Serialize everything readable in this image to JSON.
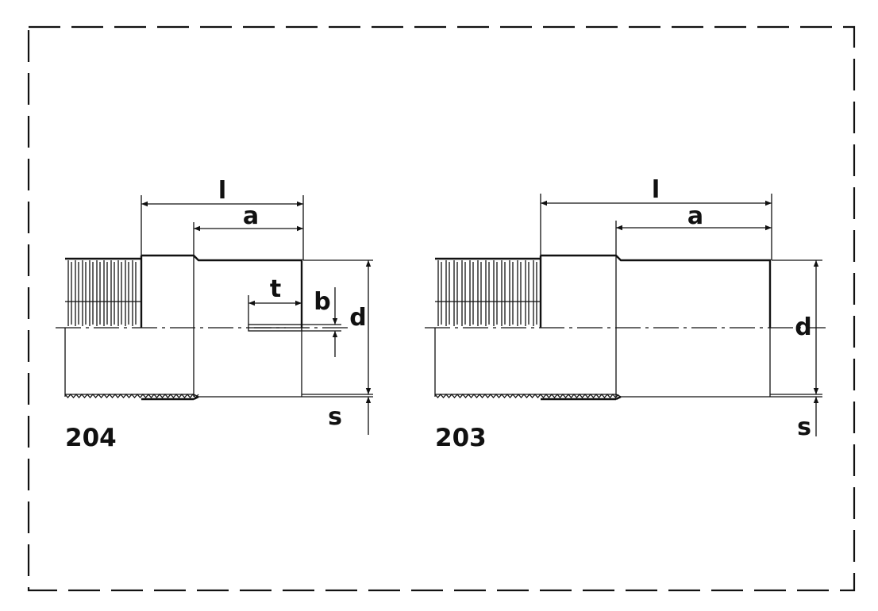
{
  "diagram": {
    "drawings": [
      {
        "part_number": "204",
        "labels": {
          "l": "l",
          "a": "a",
          "t": "t",
          "b": "b",
          "d": "d",
          "s": "s"
        }
      },
      {
        "part_number": "203",
        "labels": {
          "l": "l",
          "a": "a",
          "d": "d",
          "s": "s"
        }
      }
    ]
  }
}
